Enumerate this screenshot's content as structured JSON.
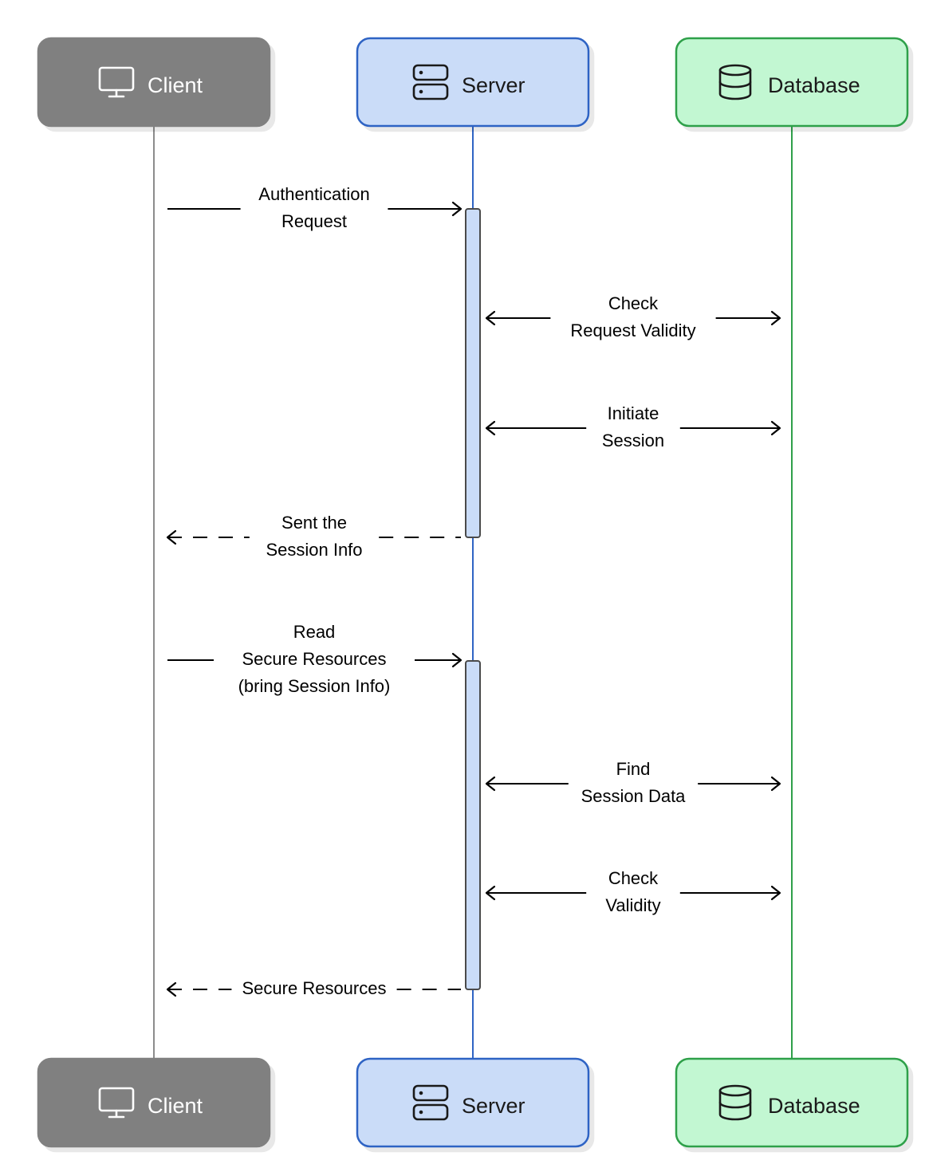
{
  "participants": [
    {
      "id": "client",
      "label": "Client",
      "icon": "monitor-icon",
      "fill": "#808080",
      "stroke": "#808080",
      "text_color": "#ffffff",
      "lifeline": "#8c8c8c"
    },
    {
      "id": "server",
      "label": "Server",
      "icon": "server-icon",
      "fill": "#cadcf8",
      "stroke": "#2f64c4",
      "text_color": "#1a1a1a",
      "lifeline": "#2f64c4"
    },
    {
      "id": "database",
      "label": "Database",
      "icon": "database-icon",
      "fill": "#c2f7d2",
      "stroke": "#2fa04a",
      "text_color": "#1a1a1a",
      "lifeline": "#2fa04a"
    }
  ],
  "activation_fill": "#cadcf8",
  "messages": [
    {
      "id": "auth-request",
      "lines": [
        "Authentication",
        "Request"
      ],
      "from": "client",
      "to": "server",
      "style": "solid",
      "bidirectional": false
    },
    {
      "id": "check-request-validity",
      "lines": [
        "Check",
        "Request Validity"
      ],
      "from": "server",
      "to": "database",
      "style": "solid",
      "bidirectional": true
    },
    {
      "id": "initiate-session",
      "lines": [
        "Initiate",
        "Session"
      ],
      "from": "server",
      "to": "database",
      "style": "solid",
      "bidirectional": true
    },
    {
      "id": "sent-session-info",
      "lines": [
        "Sent the",
        "Session Info"
      ],
      "from": "server",
      "to": "client",
      "style": "dashed",
      "bidirectional": false
    },
    {
      "id": "read-secure-resources",
      "lines": [
        "Read",
        "Secure Resources",
        "(bring Session Info)"
      ],
      "from": "client",
      "to": "server",
      "style": "solid",
      "bidirectional": false
    },
    {
      "id": "find-session-data",
      "lines": [
        "Find",
        "Session Data"
      ],
      "from": "server",
      "to": "database",
      "style": "solid",
      "bidirectional": true
    },
    {
      "id": "check-validity",
      "lines": [
        "Check",
        "Validity"
      ],
      "from": "server",
      "to": "database",
      "style": "solid",
      "bidirectional": true
    },
    {
      "id": "secure-resources",
      "lines": [
        "Secure Resources"
      ],
      "from": "server",
      "to": "client",
      "style": "dashed",
      "bidirectional": false
    }
  ]
}
